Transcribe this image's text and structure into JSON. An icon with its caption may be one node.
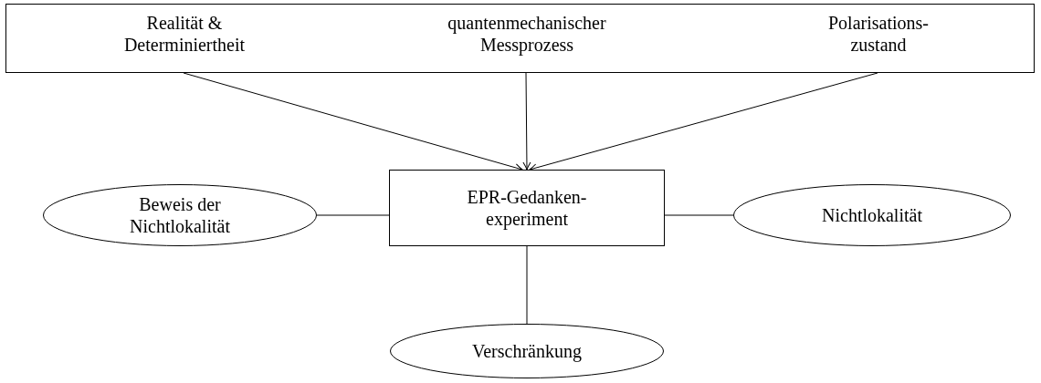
{
  "diagram": {
    "nodes": [
      {
        "text": [],
        "shape": "box"
      },
      {
        "text": [
          "Realität & Determiniertheit"
        ],
        "in": 0
      },
      {
        "text": [
          "quantenmechanischer Messprozess"
        ],
        "in": 0
      },
      {
        "text": [
          "Polarisations- zustand"
        ],
        "in": 0
      },
      {
        "text": [
          "EPR-Gedanken- experiment"
        ]
      },
      {
        "text": [
          "Beweis der Nichtlokalität"
        ]
      },
      {
        "text": [
          "Nichtlokalität"
        ]
      },
      {
        "text": [
          "Verschränkung"
        ]
      }
    ],
    "edges": [
      {
        "from": 1,
        "to": 4,
        "arrow": "to"
      },
      {
        "from": 2,
        "to": 4,
        "arrow": "to"
      },
      {
        "from": 3,
        "to": 4,
        "arrow": "to"
      },
      {
        "from": 5,
        "to": 4,
        "arrow": "none"
      },
      {
        "from": 4,
        "to": 6,
        "arrow": "none"
      },
      {
        "from": 4,
        "to": 7,
        "arrow": "none"
      }
    ]
  }
}
